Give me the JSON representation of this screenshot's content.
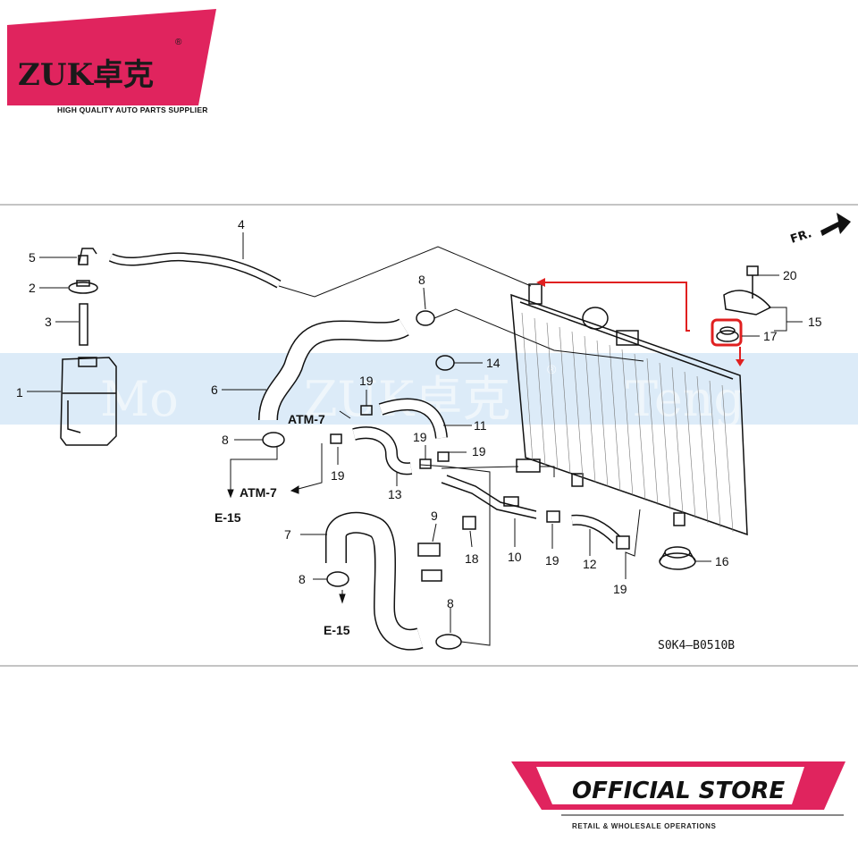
{
  "brand": {
    "logo_text": "ZUK卓克",
    "registered": "®",
    "tagline": "HIGH QUALITY AUTO PARTS SUPPLIER",
    "store_title": "OFFICIAL STORE",
    "store_subtitle": "RETAIL & WHOLESALE OPERATIONS",
    "accent_color": "#e0245e"
  },
  "watermark": {
    "left": "Mo",
    "center": "ZUK卓克",
    "registered": "®",
    "right": "Teng"
  },
  "diagram": {
    "front_marker": "FR.",
    "code": "S0K4—B0510B",
    "callouts": {
      "c1": "1",
      "c2": "2",
      "c3": "3",
      "c4": "4",
      "c5": "5",
      "c6": "6",
      "c7": "7",
      "c8a": "8",
      "c8b": "8",
      "c8c": "8",
      "c8d": "8",
      "c9": "9",
      "c10": "10",
      "c11": "11",
      "c12": "12",
      "c13": "13",
      "c14": "14",
      "c15": "15",
      "c16": "16",
      "c17": "17",
      "c18": "18",
      "c19a": "19",
      "c19b": "19",
      "c19c": "19",
      "c19d": "19",
      "c19e": "19",
      "c19f": "19",
      "c20": "20"
    },
    "references": {
      "atm7_a": "ATM-7",
      "atm7_b": "ATM-7",
      "e15_a": "E-15",
      "e15_b": "E-15"
    },
    "highlight_color": "#e02020"
  }
}
